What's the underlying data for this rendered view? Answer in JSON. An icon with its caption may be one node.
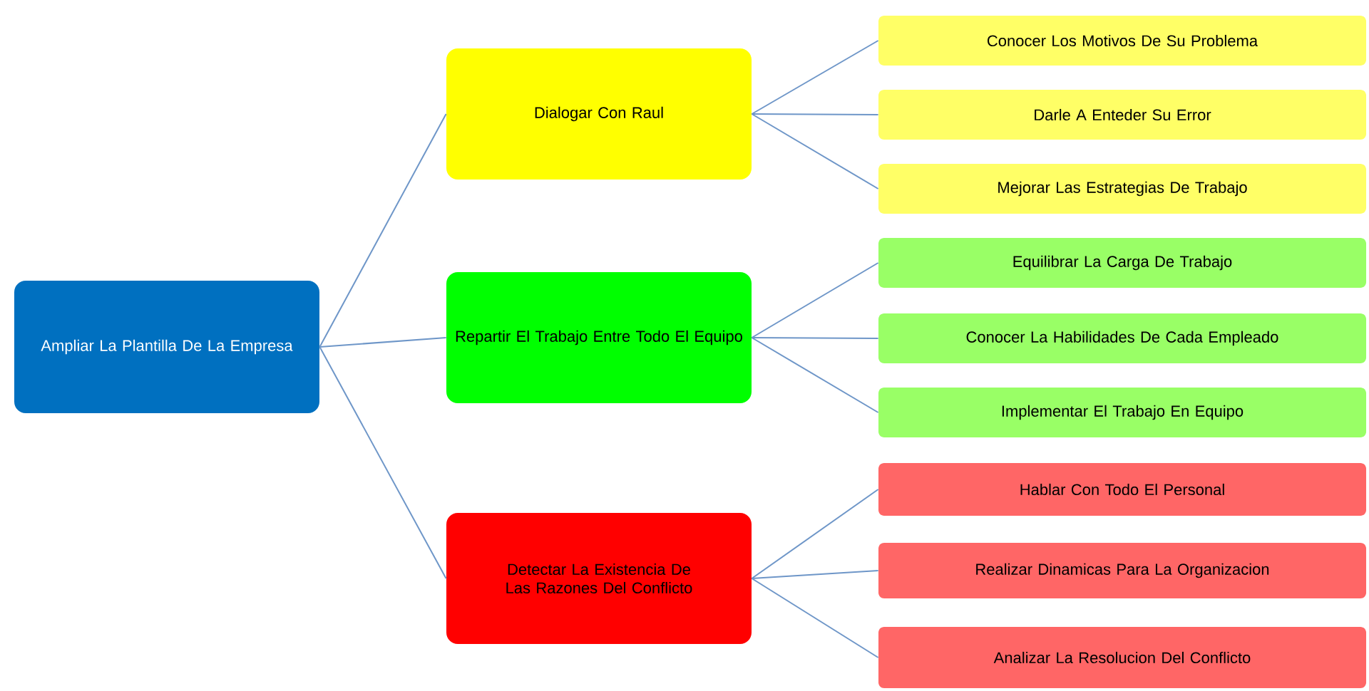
{
  "diagram": {
    "nodes": [
      {
        "text": [
          "Ampliar La Plantilla De La Empresa"
        ]
      },
      {
        "text": [
          "Dialogar Con Raul"
        ]
      },
      {
        "text": [
          "Repartir El Trabajo Entre Todo El Equipo"
        ]
      },
      {
        "text": [
          "Detectar La Existencia De Las Razones Del Conflicto"
        ]
      },
      {
        "text": [
          "Conocer Los Motivos De Su Problema"
        ]
      },
      {
        "text": [
          "Darle A Enteder Su Error"
        ]
      },
      {
        "text": [
          "Mejorar Las Estrategias De Trabajo"
        ]
      },
      {
        "text": [
          "Equilibrar La Carga De Trabajo"
        ]
      },
      {
        "text": [
          "Conocer La Habilidades De Cada Empleado"
        ]
      },
      {
        "text": [
          "Implementar El Trabajo En Equipo"
        ]
      },
      {
        "text": [
          "Hablar Con Todo El Personal"
        ]
      },
      {
        "text": [
          "Realizar Dinamicas Para La Organizacion"
        ]
      },
      {
        "text": [
          "Analizar La Resolucion Del Conflicto"
        ]
      }
    ],
    "edges": [
      {
        "from": 0,
        "to": 1,
        "arrow": "none"
      },
      {
        "from": 0,
        "to": 2,
        "arrow": "none"
      },
      {
        "from": 0,
        "to": 3,
        "arrow": "none"
      },
      {
        "from": 1,
        "to": 4,
        "arrow": "none"
      },
      {
        "from": 1,
        "to": 5,
        "arrow": "none"
      },
      {
        "from": 1,
        "to": 6,
        "arrow": "none"
      },
      {
        "from": 2,
        "to": 7,
        "arrow": "none"
      },
      {
        "from": 2,
        "to": 8,
        "arrow": "none"
      },
      {
        "from": 2,
        "to": 9,
        "arrow": "none"
      },
      {
        "from": 3,
        "to": 10,
        "arrow": "none"
      },
      {
        "from": 3,
        "to": 11,
        "arrow": "none"
      },
      {
        "from": 3,
        "to": 12,
        "arrow": "none"
      }
    ]
  }
}
